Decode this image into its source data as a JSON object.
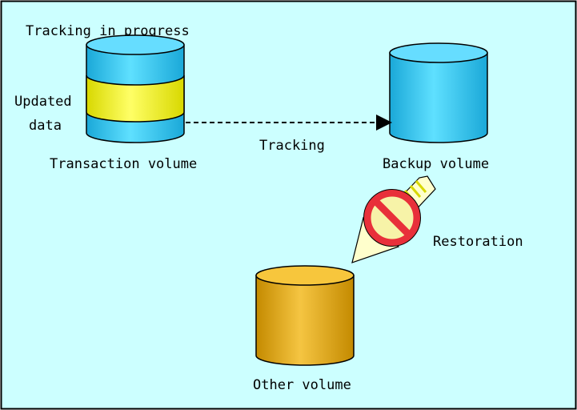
{
  "title": "Tracking in progress",
  "transaction_volume": {
    "label": "Transaction volume",
    "updated_label_line1": "Updated",
    "updated_label_line2": "data"
  },
  "backup_volume": {
    "label": "Backup volume"
  },
  "other_volume": {
    "label": "Other volume"
  },
  "tracking_label": "Tracking",
  "restoration_label": "Restoration",
  "colors": {
    "background": "#ccffff",
    "border": "#000000",
    "volume_blue": "#33ccff",
    "updated_yellow": "#ffff00",
    "other_gold": "#e0a800",
    "prohibited_red": "#e8303a",
    "arrow_fill": "#ffffcc"
  },
  "icons": {
    "tracking_arrow": "dashed-arrow-right",
    "restoration_arrow": "arrow-down-left",
    "prohibited": "prohibited-icon"
  }
}
